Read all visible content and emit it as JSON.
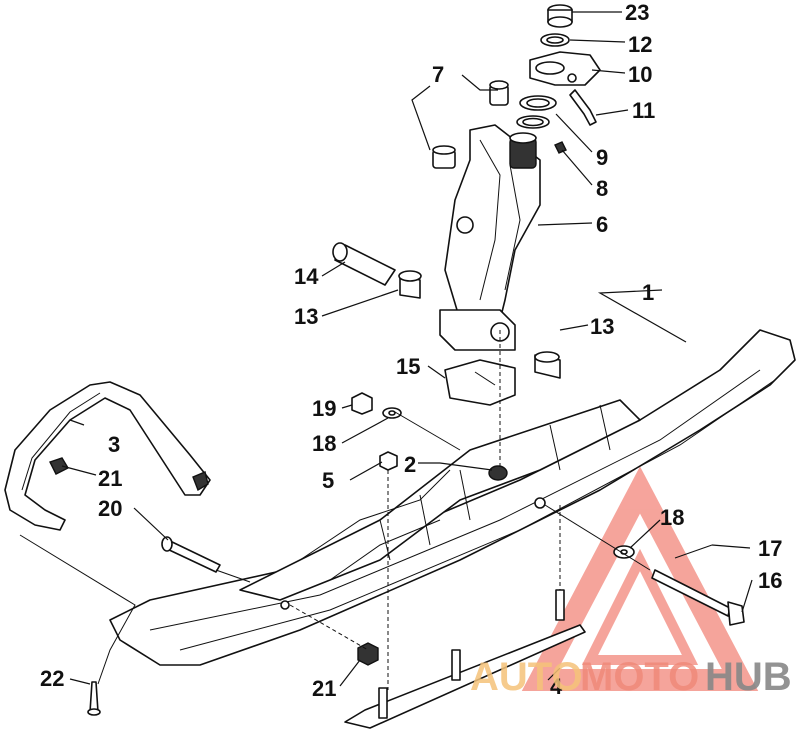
{
  "diagram": {
    "callouts": {
      "c23": "23",
      "c12": "12",
      "c10": "10",
      "c11": "11",
      "c7": "7",
      "c9": "9",
      "c8": "8",
      "c6": "6",
      "c14": "14",
      "c13a": "13",
      "c1": "1",
      "c13b": "13",
      "c15": "15",
      "c19": "19",
      "c18a": "18",
      "c3": "3",
      "c21a": "21",
      "c2": "2",
      "c5": "5",
      "c20": "20",
      "c18b": "18",
      "c17": "17",
      "c16": "16",
      "c22": "22",
      "c21b": "21",
      "c4": "4"
    },
    "watermark": {
      "auto": "AUTO",
      "moto": "MOTO",
      "hub": "HUB",
      "colors": {
        "auto": "#f5c37a",
        "moto": "#f08a7a",
        "hub": "#888888",
        "triangle": "#ee5a4a"
      }
    }
  }
}
